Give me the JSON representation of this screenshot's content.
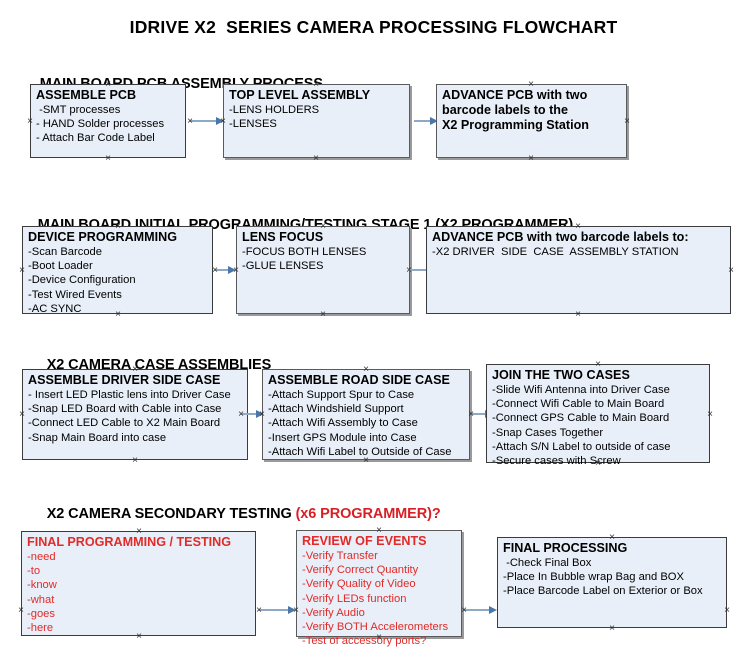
{
  "document": {
    "title": "IDRIVE X2  SERIES CAMERA PROCESSING FLOWCHART",
    "accent_color": "#d81f26",
    "box_fill": "#e9eff8",
    "connector_color": "#8ea9c4"
  },
  "sections": [
    {
      "id": "main-board-pcb-assembly-process",
      "header": "MAIN BOARD PCB ASSEMBLY PROCESS",
      "header_accent": "",
      "boxes": [
        {
          "id": "assemble-pcb",
          "title": "ASSEMBLE PCB",
          "lines": [
            " -SMT processes",
            "- HAND Solder processes",
            "- Attach Bar Code Label"
          ]
        },
        {
          "id": "top-level-assembly",
          "title": "TOP LEVEL ASSEMBLY",
          "lines": [
            "-LENS HOLDERS",
            "-LENSES"
          ]
        },
        {
          "id": "advance-pcb-to-x2-programming-station",
          "title": "ADVANCE PCB with two\nbarcode labels to the\n X2 Programming Station",
          "lines": []
        }
      ]
    },
    {
      "id": "main-board-initial-programming-testing-stage-1",
      "header": "MAIN BOARD INITIAL PROGRAMMING/TESTING STAGE 1 (X2 PROGRAMMER)",
      "header_accent": "",
      "boxes": [
        {
          "id": "device-programming",
          "title": "DEVICE PROGRAMMING",
          "lines": [
            "-Scan Barcode",
            "-Boot Loader",
            "-Device Configuration",
            "-Test Wired Events",
            "-AC SYNC"
          ]
        },
        {
          "id": "lens-focus",
          "title": "LENS FOCUS",
          "lines": [
            "-FOCUS BOTH LENSES",
            "-GLUE LENSES"
          ]
        },
        {
          "id": "advance-pcb-to-driver-side-case-assembly",
          "title": "ADVANCE PCB with two barcode labels to:",
          "lines": [
            "-X2 DRIVER  SIDE  CASE  ASSEMBLY STATION"
          ]
        }
      ]
    },
    {
      "id": "x2-camera-case-assemblies",
      "header": "X2 CAMERA CASE ASSEMBLIES",
      "header_accent": "",
      "boxes": [
        {
          "id": "assemble-driver-side-case",
          "title": "ASSEMBLE DRIVER SIDE CASE",
          "lines": [
            "- Insert LED Plastic lens into Driver Case",
            "-Snap LED Board with Cable into Case",
            "-Connect LED Cable to X2 Main Board",
            "-Snap Main Board into case"
          ]
        },
        {
          "id": "assemble-road-side-case",
          "title": "ASSEMBLE ROAD SIDE CASE",
          "lines": [
            "-Attach Support Spur to Case",
            "-Attach Windshield Support",
            "-Attach Wifi Assembly to Case",
            "-Insert GPS Module into Case",
            "-Attach Wifi Label to Outside of Case"
          ]
        },
        {
          "id": "join-the-two-cases",
          "title": "JOIN THE TWO CASES",
          "lines": [
            "-Slide Wifi Antenna into Driver Case",
            "-Connect Wifi Cable to Main Board",
            "-Connect GPS Cable to Main Board",
            "-Snap Cases Together",
            "-Attach S/N Label to outside of case",
            "-Secure cases with Screw"
          ]
        }
      ]
    },
    {
      "id": "x2-camera-secondary-testing",
      "header": "X2 CAMERA SECONDARY TESTING ",
      "header_accent": "(x6 PROGRAMMER)?",
      "boxes": [
        {
          "id": "final-programming-testing",
          "title": "FINAL PROGRAMMING / TESTING",
          "lines": [
            "-need",
            "-to",
            "-know",
            "-what",
            "-goes",
            "-here"
          ]
        },
        {
          "id": "review-of-events",
          "title": "REVIEW OF EVENTS",
          "lines": [
            "-Verify Transfer",
            "-Verify Correct Quantity",
            "-Verify Quality of Video",
            "-Verify LEDs function",
            "-Verify Audio",
            "-Verify BOTH Accelerometers",
            "-Test of accessory ports?"
          ]
        },
        {
          "id": "final-processing",
          "title": "FINAL PROCESSING",
          "lines": [
            " -Check Final Box",
            "-Place In Bubble wrap Bag and BOX",
            "-Place Barcode Label on Exterior or Box"
          ]
        }
      ]
    }
  ]
}
